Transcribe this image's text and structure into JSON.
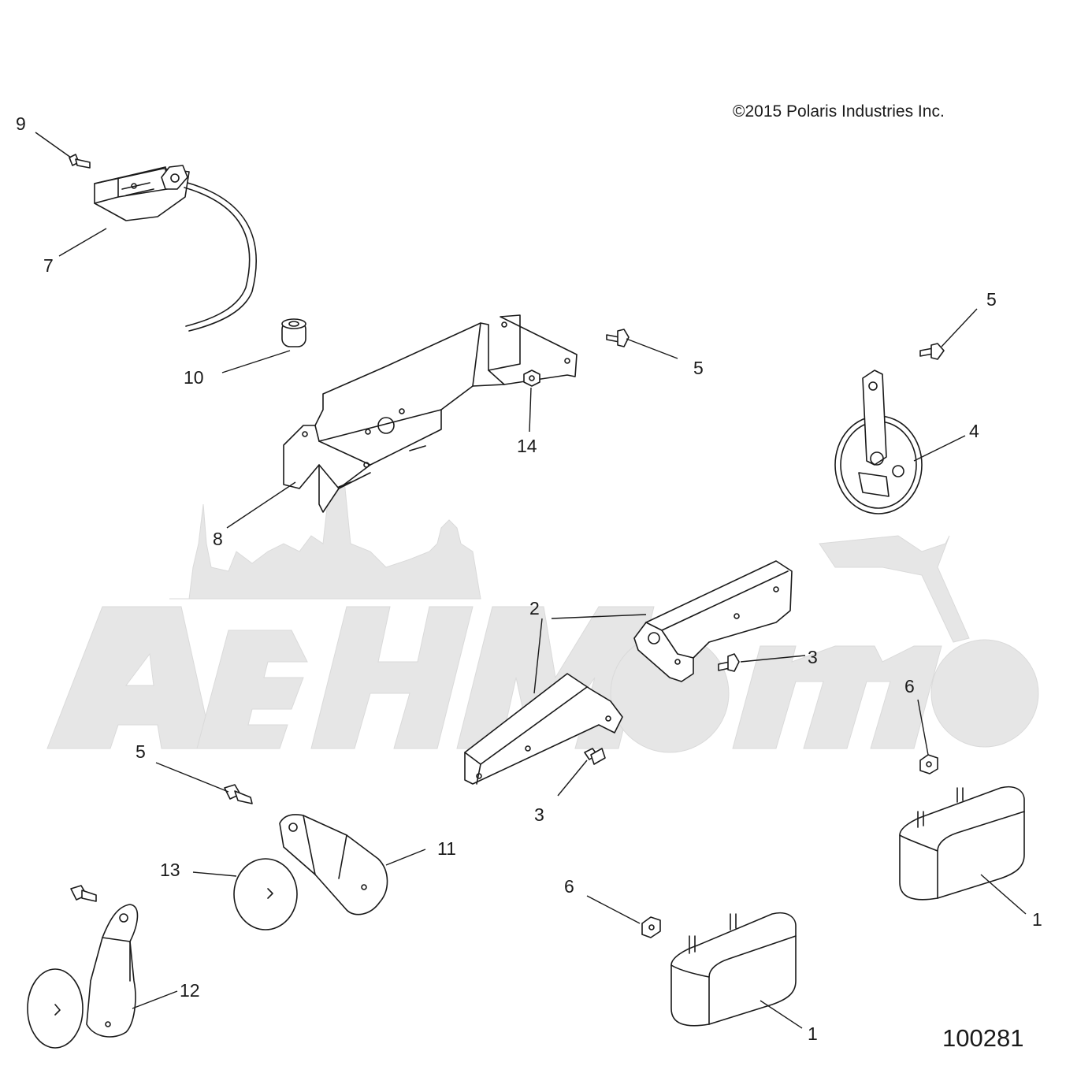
{
  "copyright": "©2015  Polaris Industries Inc.",
  "diagram_number": "100281",
  "watermark": "АКМОТО",
  "callouts": {
    "n1a": "1",
    "n1b": "1",
    "n2": "2",
    "n3a": "3",
    "n3b": "3",
    "n4": "4",
    "n5a": "5",
    "n5b": "5",
    "n5c": "5",
    "n6a": "6",
    "n6b": "6",
    "n7": "7",
    "n8": "8",
    "n9": "9",
    "n10": "10",
    "n11": "11",
    "n12": "12",
    "n13": "13",
    "n14": "14"
  },
  "colors": {
    "line": "#1a1a1a",
    "watermark": "#e4e4e4"
  }
}
